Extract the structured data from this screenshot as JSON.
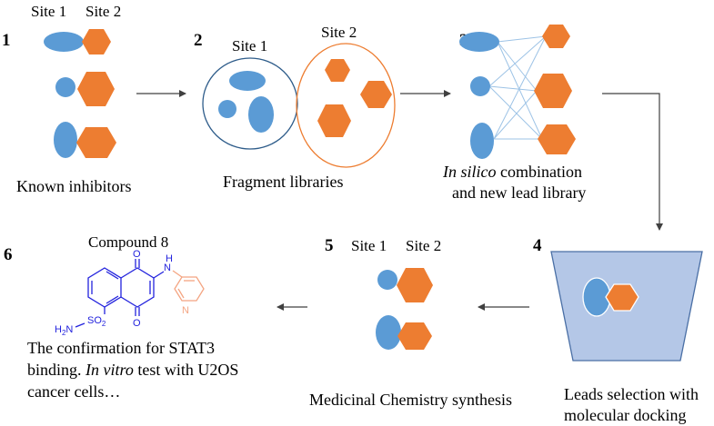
{
  "steps": {
    "s1": {
      "number": "1",
      "caption": "Known inhibitors",
      "site1": "Site 1",
      "site2": "Site 2"
    },
    "s2": {
      "number": "2",
      "caption": "Fragment libraries",
      "site1": "Site 1",
      "site2": "Site 2"
    },
    "s3": {
      "number": "3",
      "caption_italic": "In silico",
      "caption_rest": " combination",
      "caption_line2": "and new lead library"
    },
    "s4": {
      "number": "4",
      "caption_line1": "Leads selection with",
      "caption_line2": "molecular docking"
    },
    "s5": {
      "number": "5",
      "caption": "Medicinal Chemistry synthesis",
      "site1": "Site 1",
      "site2": "Site 2"
    },
    "s6": {
      "number": "6",
      "compound_title": "Compound 8",
      "line1": "The confirmation for STAT3",
      "line2_pre": "binding. ",
      "line2_italic": "In vitro",
      "line2_post": " test with U2OS",
      "line3": "cancer cells…"
    }
  },
  "molecule": {
    "o_top": "O",
    "o_bottom": "O",
    "n_top": "N",
    "h": "H",
    "n_ring": "N",
    "so2": "SO",
    "so2_sub": "2",
    "h2n": "H",
    "h2n_sub": "2",
    "h2n_n": "N"
  },
  "colors": {
    "site1_fragment": "#5B9BD5",
    "site2_fragment": "#ED7D31",
    "library_site1_circle": "#2E5C8A",
    "library_site2_circle": "#ED7D31",
    "docking_box_fill": "#B4C7E7",
    "molecule_core": "#2222DD",
    "molecule_pyridine": "#F4A582"
  }
}
